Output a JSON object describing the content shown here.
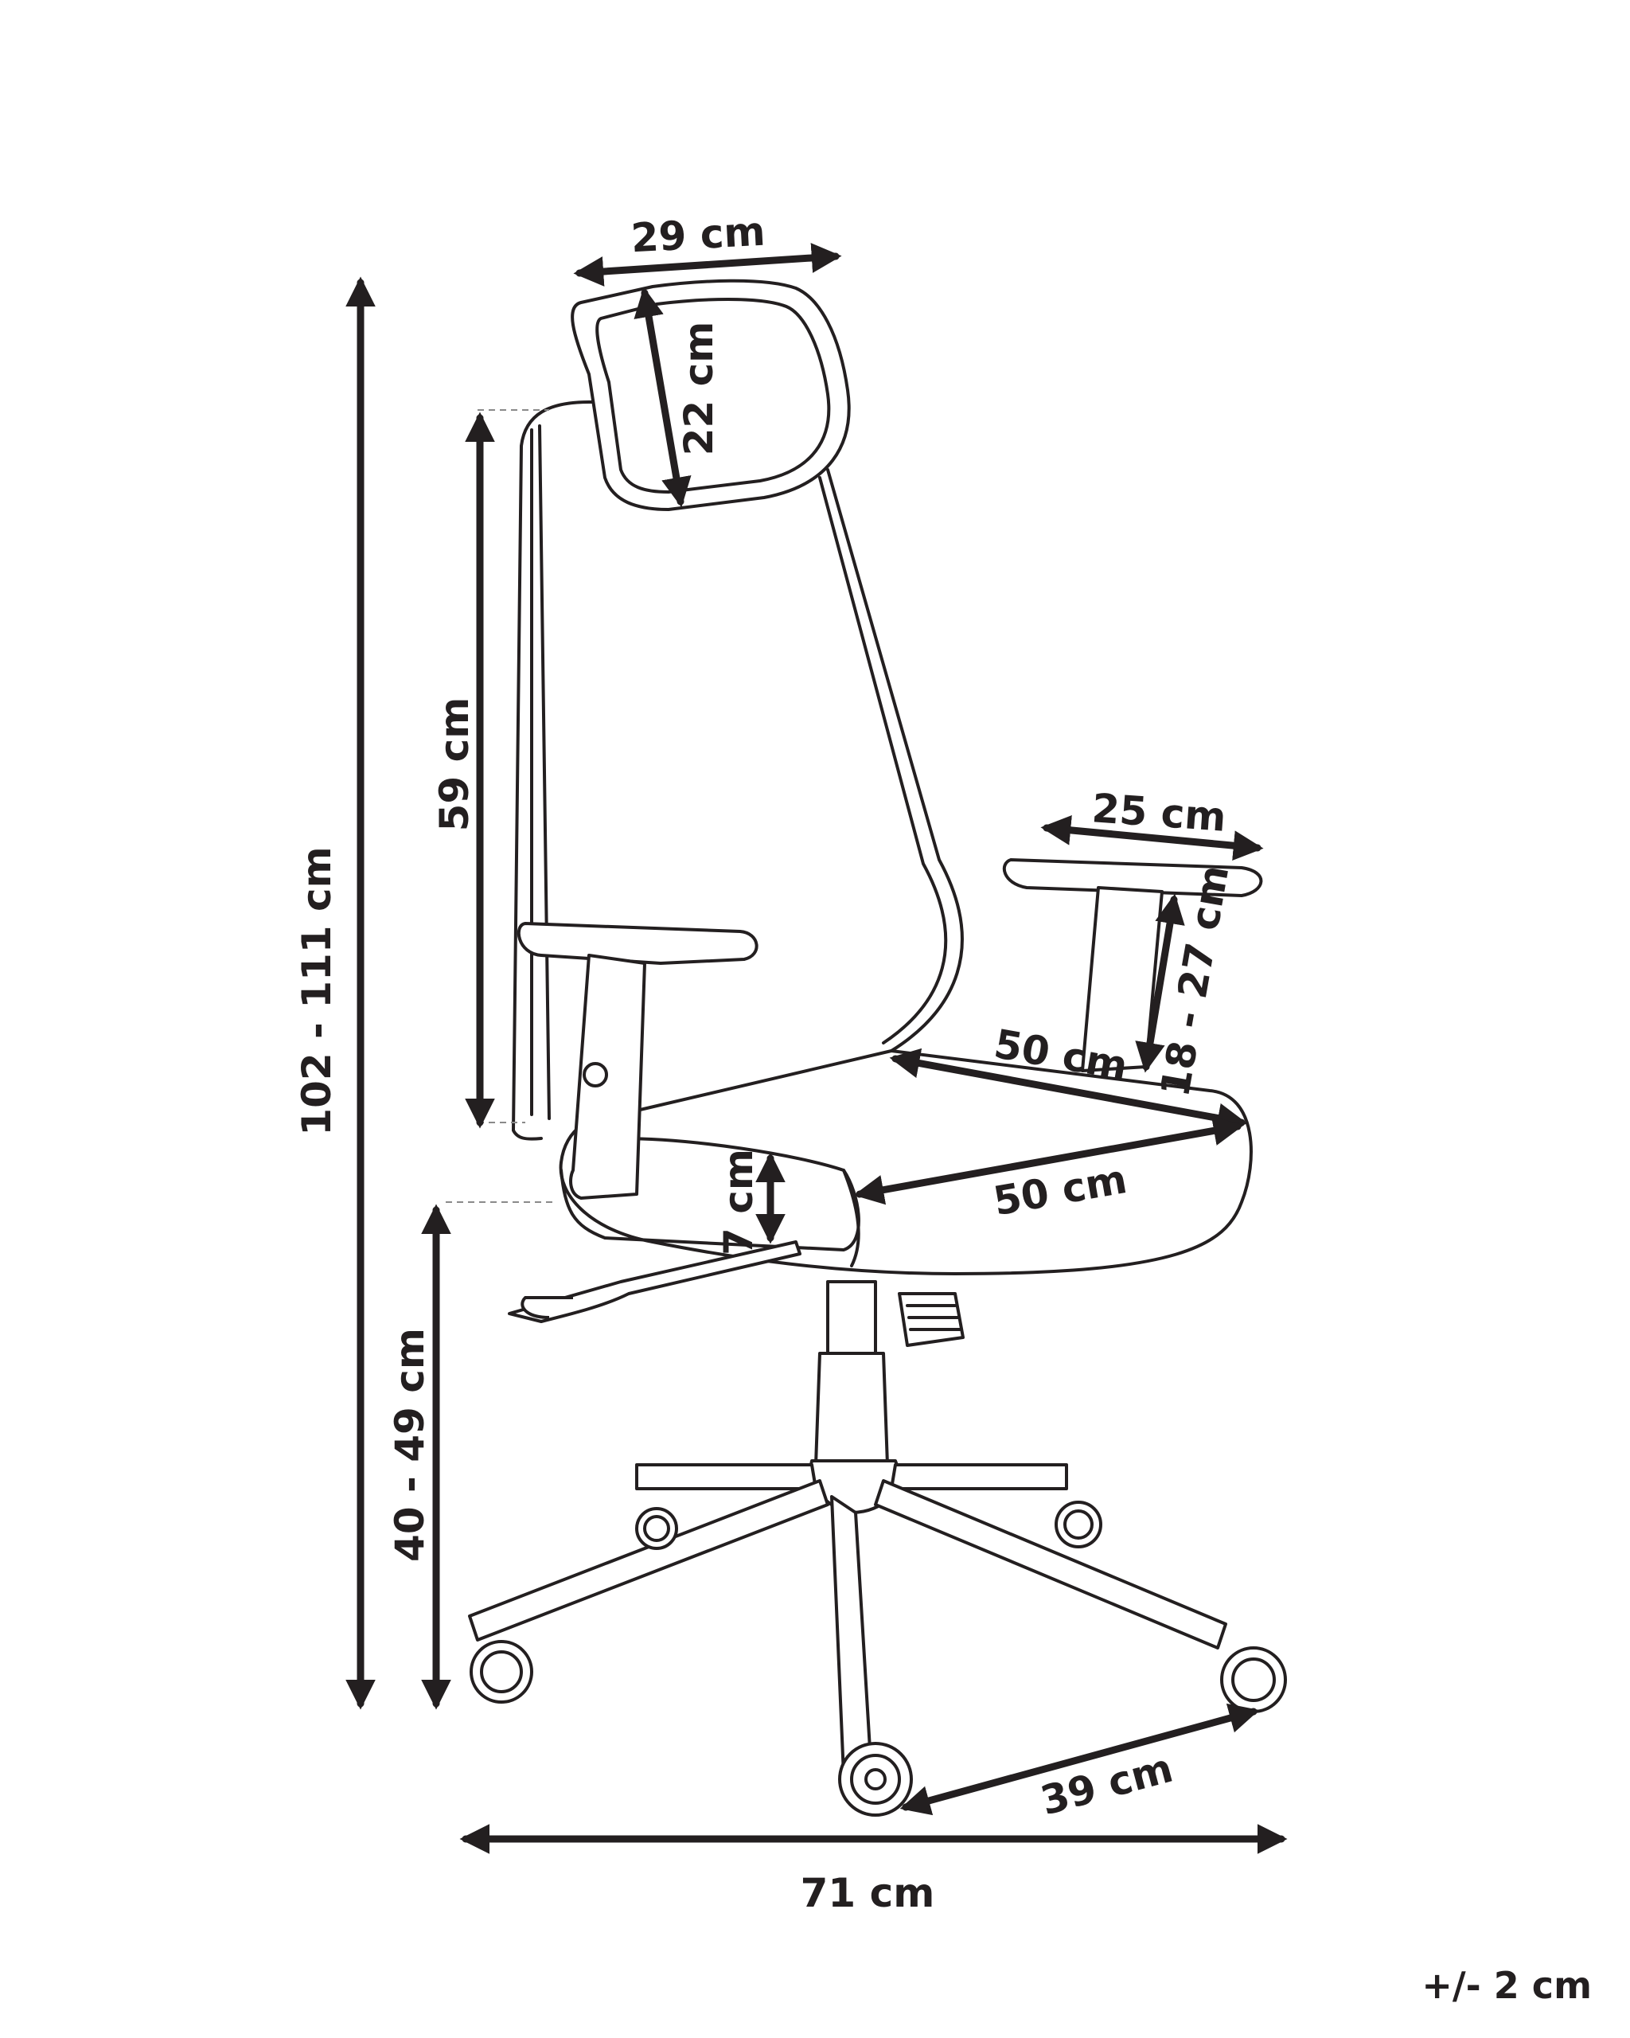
{
  "dimensions": {
    "total_height": "102 - 111 cm",
    "seat_height": "40 - 49 cm",
    "backrest_height": "59 cm",
    "headrest_width": "29 cm",
    "headrest_height": "22 cm",
    "armrest_width": "25 cm",
    "armrest_height": "18 - 27 cm",
    "seat_depth": "50 cm",
    "seat_width": "50 cm",
    "seat_thickness": "7 cm",
    "base_leg_span": "39 cm",
    "overall_width": "71 cm"
  },
  "tolerance": "+/- 2 cm",
  "colors": {
    "line": "#231f20",
    "background": "#ffffff"
  }
}
